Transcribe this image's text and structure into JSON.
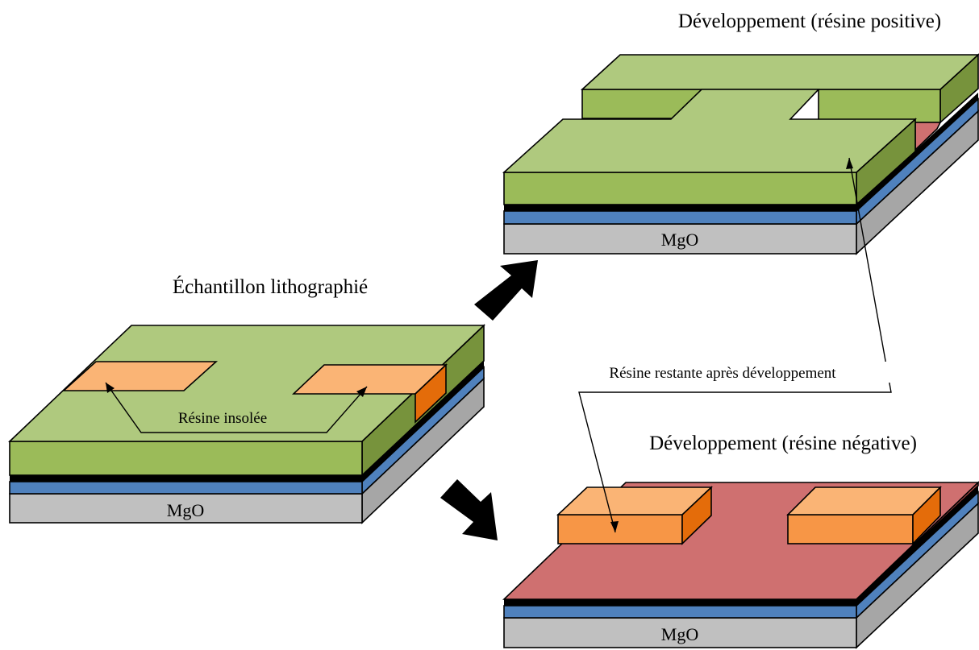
{
  "labels": {
    "sample_title": "Échantillon lithographié",
    "positive_title": "Développement (résine positive)",
    "negative_title": "Développement (résine négative)",
    "substrate": "MgO",
    "exposed_resist": "Résine insolée",
    "remaining_resist": "Résine restante après développement"
  },
  "colors": {
    "resist_green_top": "#afc97e",
    "resist_green_side": "#9bbb59",
    "resist_green_dark": "#77933c",
    "exposed_orange_top": "#fab475",
    "exposed_orange_side": "#f79646",
    "exposed_orange_dark": "#e46c0a",
    "metal_red_top": "#cf7070",
    "metal_red_side": "#c0504d",
    "blue_layer": "#4f81bd",
    "black_layer": "#000000",
    "substrate_front": "#c0c0c0",
    "substrate_side": "#a6a6a6",
    "arrow": "#000000"
  }
}
